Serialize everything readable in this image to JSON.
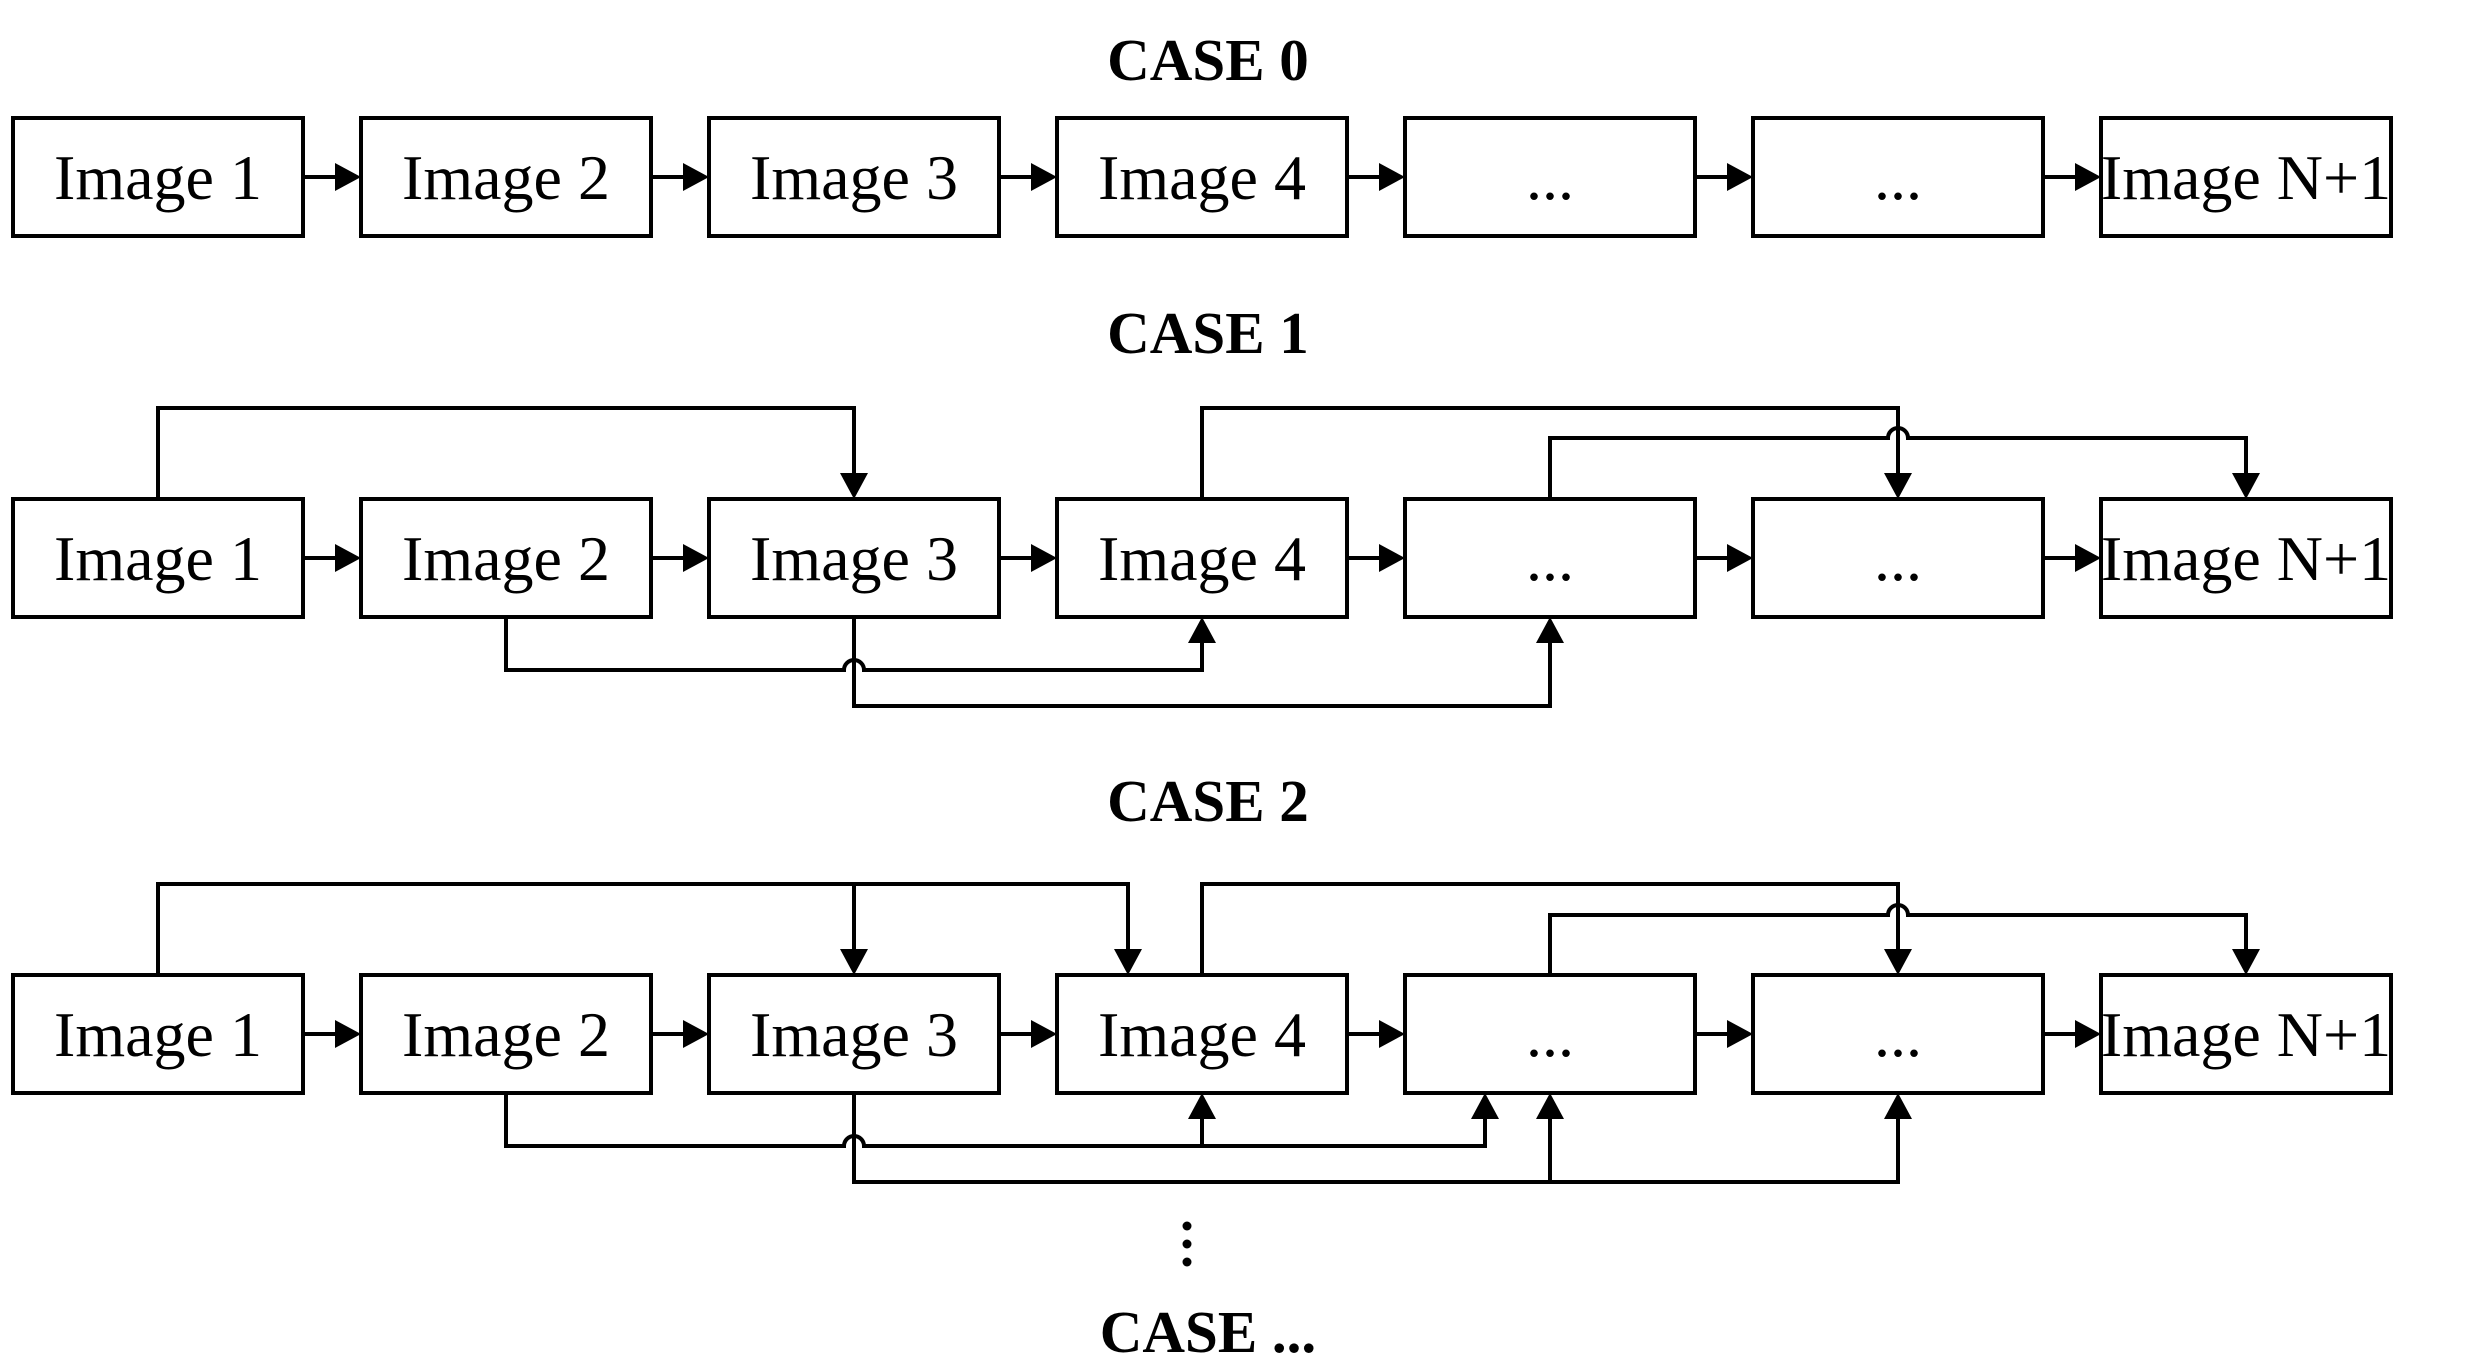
{
  "cases": [
    {
      "title": "CASE 0",
      "boxes": [
        "Image 1",
        "Image 2",
        "Image 3",
        "Image 4",
        "...",
        "...",
        "Image N+1"
      ]
    },
    {
      "title": "CASE 1",
      "boxes": [
        "Image 1",
        "Image 2",
        "Image 3",
        "Image 4",
        "...",
        "...",
        "Image N+1"
      ]
    },
    {
      "title": "CASE 2",
      "boxes": [
        "Image 1",
        "Image 2",
        "Image 3",
        "Image 4",
        "...",
        "...",
        "Image N+1"
      ]
    }
  ],
  "final_case_title": "CASE ..."
}
